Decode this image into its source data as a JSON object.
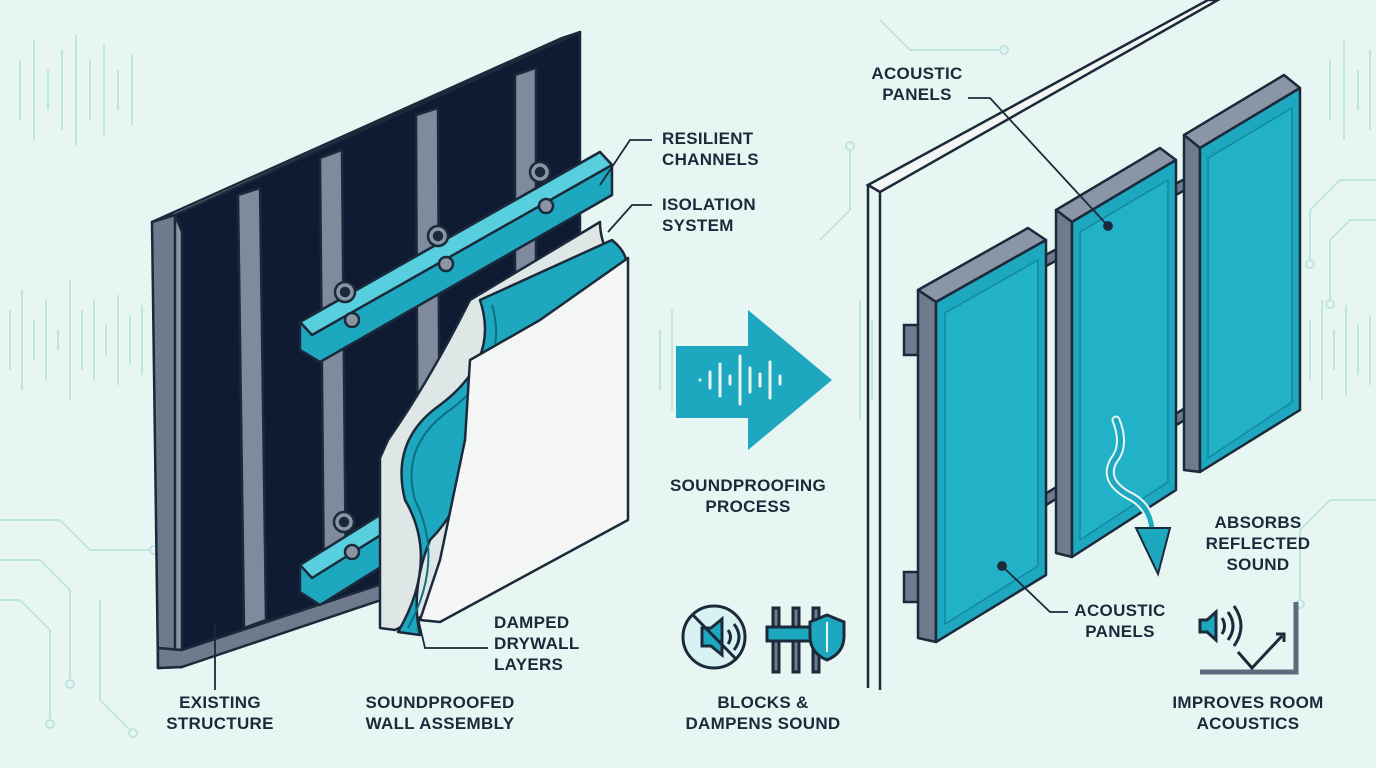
{
  "labels": {
    "resilient_channels": [
      "RESILIENT",
      "CHANNELS"
    ],
    "isolation_system": [
      "ISOLATION",
      "SYSTEM"
    ],
    "damped_drywall": [
      "DAMPED",
      "DRYWALL",
      "LAYERS"
    ],
    "existing_structure": [
      "EXISTING",
      "STRUCTURE"
    ],
    "soundproofed_wall": [
      "SOUNDPROOFED",
      "WALL ASSEMBLY"
    ],
    "soundproofing_process": [
      "SOUNDPROOFING",
      "PROCESS"
    ],
    "blocks_dampens": [
      "BLOCKS &",
      "DAMPENS SOUND"
    ],
    "acoustic_panels_top": [
      "ACOUSTIC",
      "PANELS"
    ],
    "acoustic_panels_bottom": [
      "ACOUSTIC",
      "PANELS"
    ],
    "absorbs_reflected": [
      "ABSORBS",
      "REFLECTED",
      "SOUND"
    ],
    "improves_acoustics": [
      "IMPROVES ROOM",
      "ACOUSTICS"
    ]
  },
  "icons": [
    "muted-speaker-icon",
    "barrier-shield-icon",
    "speaker-sound-icon",
    "reflection-angle-icon",
    "arrow-right-icon"
  ],
  "colors": {
    "background": "#e8f6f3",
    "dark_panel": "#0f1a33",
    "frame_gray": "#6f7b8c",
    "teal": "#1ea8bf",
    "teal_light": "#3cc0d2",
    "drywall": "#f4f6f6",
    "outline": "#1b2a3a"
  }
}
